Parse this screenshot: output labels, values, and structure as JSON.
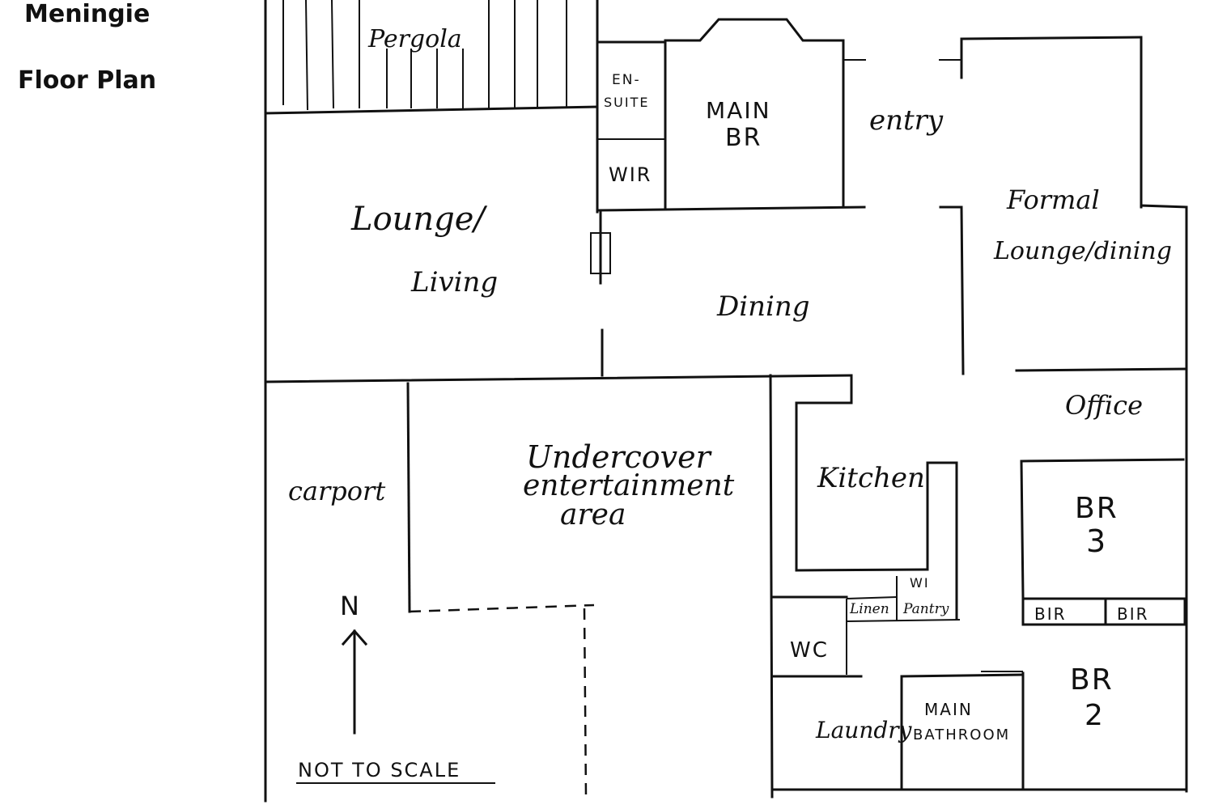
{
  "header": {
    "title": "Meningie",
    "subtitle": "Floor Plan"
  },
  "rooms": {
    "pergola": "Pergola",
    "ensuite_line1": "EN-",
    "ensuite_line2": "SUITE",
    "main_br_line1": "MAIN",
    "main_br_line2": "BR",
    "entry": "entry",
    "wir": "WIR",
    "lounge_line1": "Lounge/",
    "lounge_line2": "Living",
    "formal_line1": "Formal",
    "formal_line2": "Lounge/dining",
    "dining": "Dining",
    "office": "Office",
    "carport": "carport",
    "undercover_line1": "Undercover",
    "undercover_line2": "entertainment",
    "undercover_line3": "area",
    "kitchen": "Kitchen",
    "br3_line1": "BR",
    "br3_line2": "3",
    "wi_pantry_line1": "WI",
    "wi_pantry_line2": "Pantry",
    "linen": "Linen",
    "bir_left": "BIR",
    "bir_right": "BIR",
    "wc": "WC",
    "br2_line1": "BR",
    "br2_line2": "2",
    "laundry": "Laundry",
    "bathroom_line1": "MAIN",
    "bathroom_line2": "BATHROOM"
  },
  "compass": {
    "label": "N"
  },
  "notes": {
    "scale": "NOT TO SCALE"
  }
}
